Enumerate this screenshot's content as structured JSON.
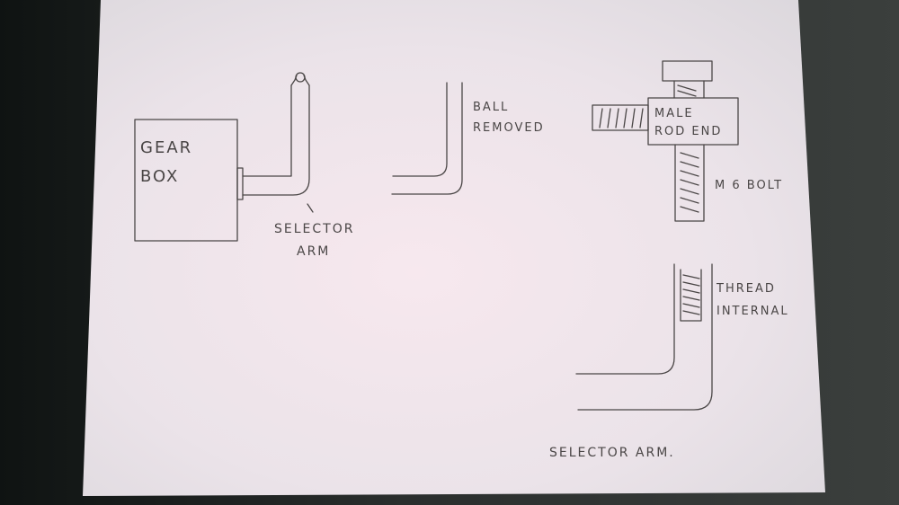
{
  "colors": {
    "paper": "#e9e3e8",
    "paper_glow": "#f4e6ec",
    "ink": "#4a4646",
    "background": "#1d2121"
  },
  "labels": {
    "gear_box_line1": "GEAR",
    "gear_box_line2": "BOX",
    "selector_arm_line1": "SELECTOR",
    "selector_arm_line2": "ARM",
    "ball_removed_line1": "BALL",
    "ball_removed_line2": "REMOVED",
    "rod_end_line1": "MALE",
    "rod_end_line2": "ROD END",
    "bolt": "M 6 BOLT",
    "thread_line1": "THREAD",
    "thread_line2": "INTERNAL",
    "selector_arm_bottom": "SELECTOR ARM."
  }
}
